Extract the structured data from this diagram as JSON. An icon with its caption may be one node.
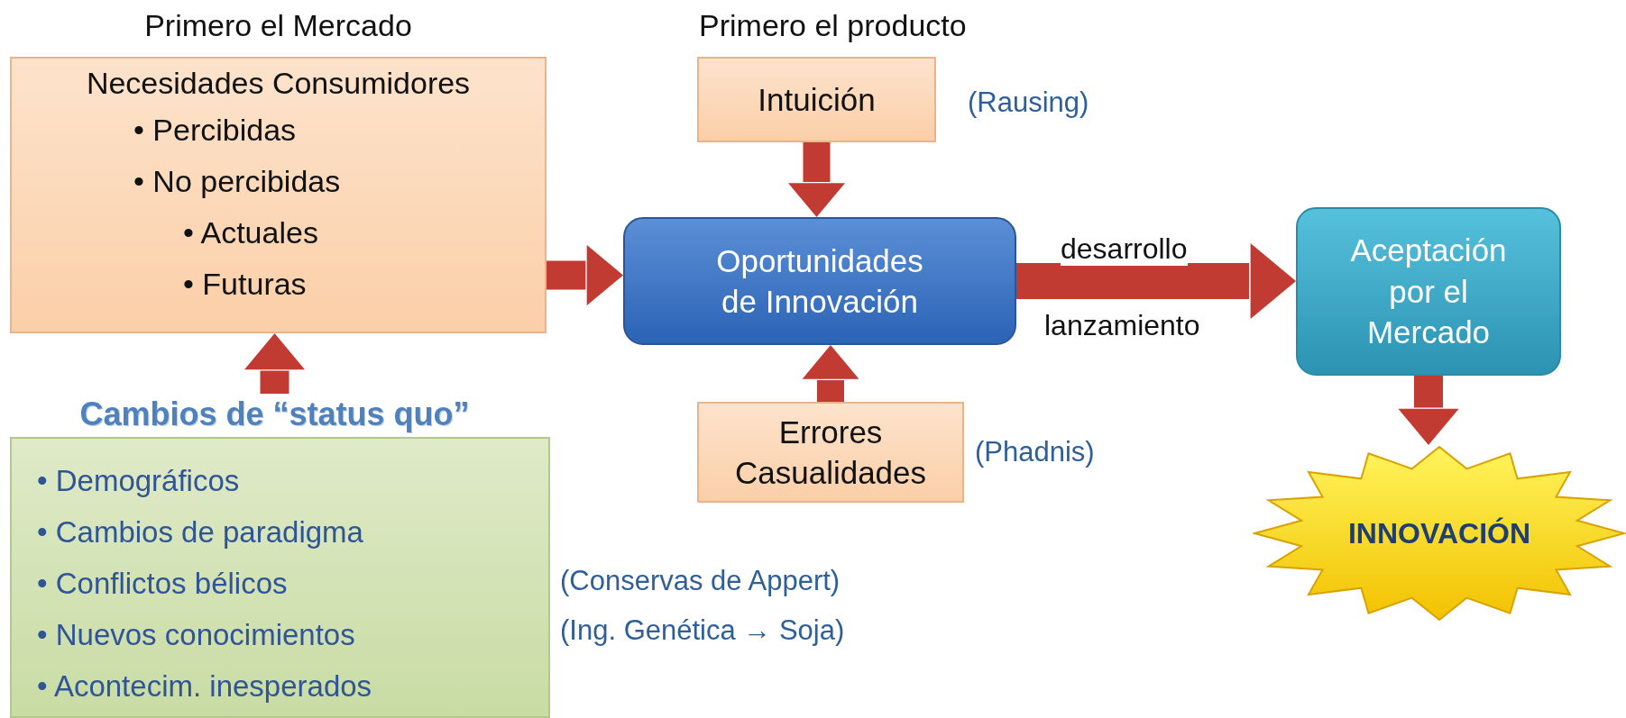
{
  "diagram": {
    "nodes": [
      {
        "text": [
          "Primero el Mercado",
          "Necesidades Consumidores",
          "• Percibidas",
          "• No percibidas",
          "• Actuales",
          "• Futuras"
        ]
      },
      {
        "text": [
          "Primero el producto",
          "Intuición"
        ],
        "beside": [
          "(Rausing)"
        ]
      },
      {
        "text": [
          "Oportunidades de Innovación"
        ]
      },
      {
        "text": [
          "Errores Casualidades"
        ],
        "beside": [
          "(Phadnis)"
        ]
      },
      {
        "text": [
          "Aceptación por el Mercado"
        ]
      },
      {
        "text": [
          "INNOVACIÓN"
        ]
      },
      {
        "text": [
          "Cambios de “status quo”"
        ]
      },
      {
        "text": [
          "• Demográficos",
          "• Cambios de paradigma",
          "• Conflictos bélicos",
          "• Nuevos conocimientos",
          "• Acontecim. inesperados"
        ],
        "beside": [
          "(Conservas de Appert)",
          "(Ing. Genética → Soja)"
        ]
      }
    ],
    "edges": [
      {
        "from": 0,
        "to": 2,
        "arrow": "to"
      },
      {
        "from": 1,
        "to": 2,
        "arrow": "to"
      },
      {
        "from": 3,
        "to": 2,
        "arrow": "to"
      },
      {
        "from": 2,
        "to": 4,
        "arrow": "to",
        "label": "desarrollo"
      },
      {
        "from": 4,
        "to": 5,
        "arrow": "to"
      },
      {
        "from": 6,
        "to": 0,
        "arrow": "to"
      }
    ],
    "labels": [
      "lanzamiento"
    ]
  }
}
